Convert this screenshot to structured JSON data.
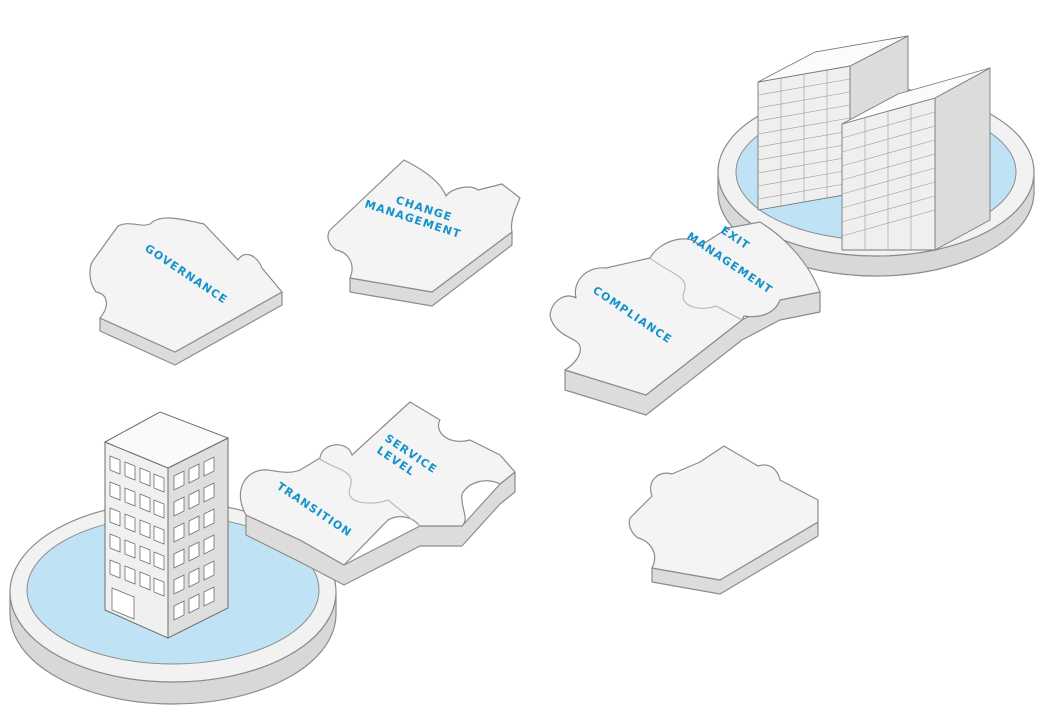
{
  "colors": {
    "label": "#1592c9",
    "water": "#bfe3f5",
    "piece": "#f4f4f4",
    "piece_side": "#dcdcdc",
    "outline": "#8c8c8c"
  },
  "pieces": {
    "governance": "GOVERNANCE",
    "change_line1": "CHANGE",
    "change_line2": "MANAGEMENT",
    "exit_line1": "EXIT",
    "exit_line2": "MANAGEMENT",
    "compliance": "COMPLIANCE",
    "service_line1": "SERVICE",
    "service_line2": "LEVEL",
    "transition": "TRANSITION"
  },
  "icons": {
    "office": "office-building-icon",
    "datacenter": "server-racks-icon"
  }
}
